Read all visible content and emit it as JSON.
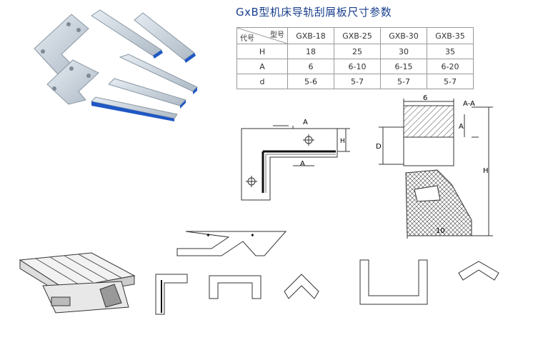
{
  "title": "GxB型机床导轨刮屑板尺寸参数",
  "table": {
    "corner_top": "型号",
    "corner_bottom": "代号",
    "models": [
      "GXB-18",
      "GXB-25",
      "GXB-30",
      "GXB-35"
    ],
    "rows": [
      {
        "code": "H",
        "values": [
          "18",
          "25",
          "30",
          "35"
        ]
      },
      {
        "code": "A",
        "values": [
          "6",
          "6-10",
          "6-15",
          "6-20"
        ]
      },
      {
        "code": "d",
        "values": [
          "5-6",
          "5-7",
          "5-7",
          "5-7"
        ]
      }
    ]
  },
  "drawing_labels": {
    "section_aa": "A-A",
    "dim_6": "6",
    "dim_10": "10",
    "dim_D": "D",
    "dim_A": "A",
    "dim_H": "H",
    "arrow_a_top": "A",
    "arrow_a_bottom": "A",
    "corner_H": "H"
  },
  "colors": {
    "title": "#1a3f8e",
    "wiper_blue": "#1f57c4",
    "metal": "#c9d3dc",
    "line": "#333333"
  }
}
